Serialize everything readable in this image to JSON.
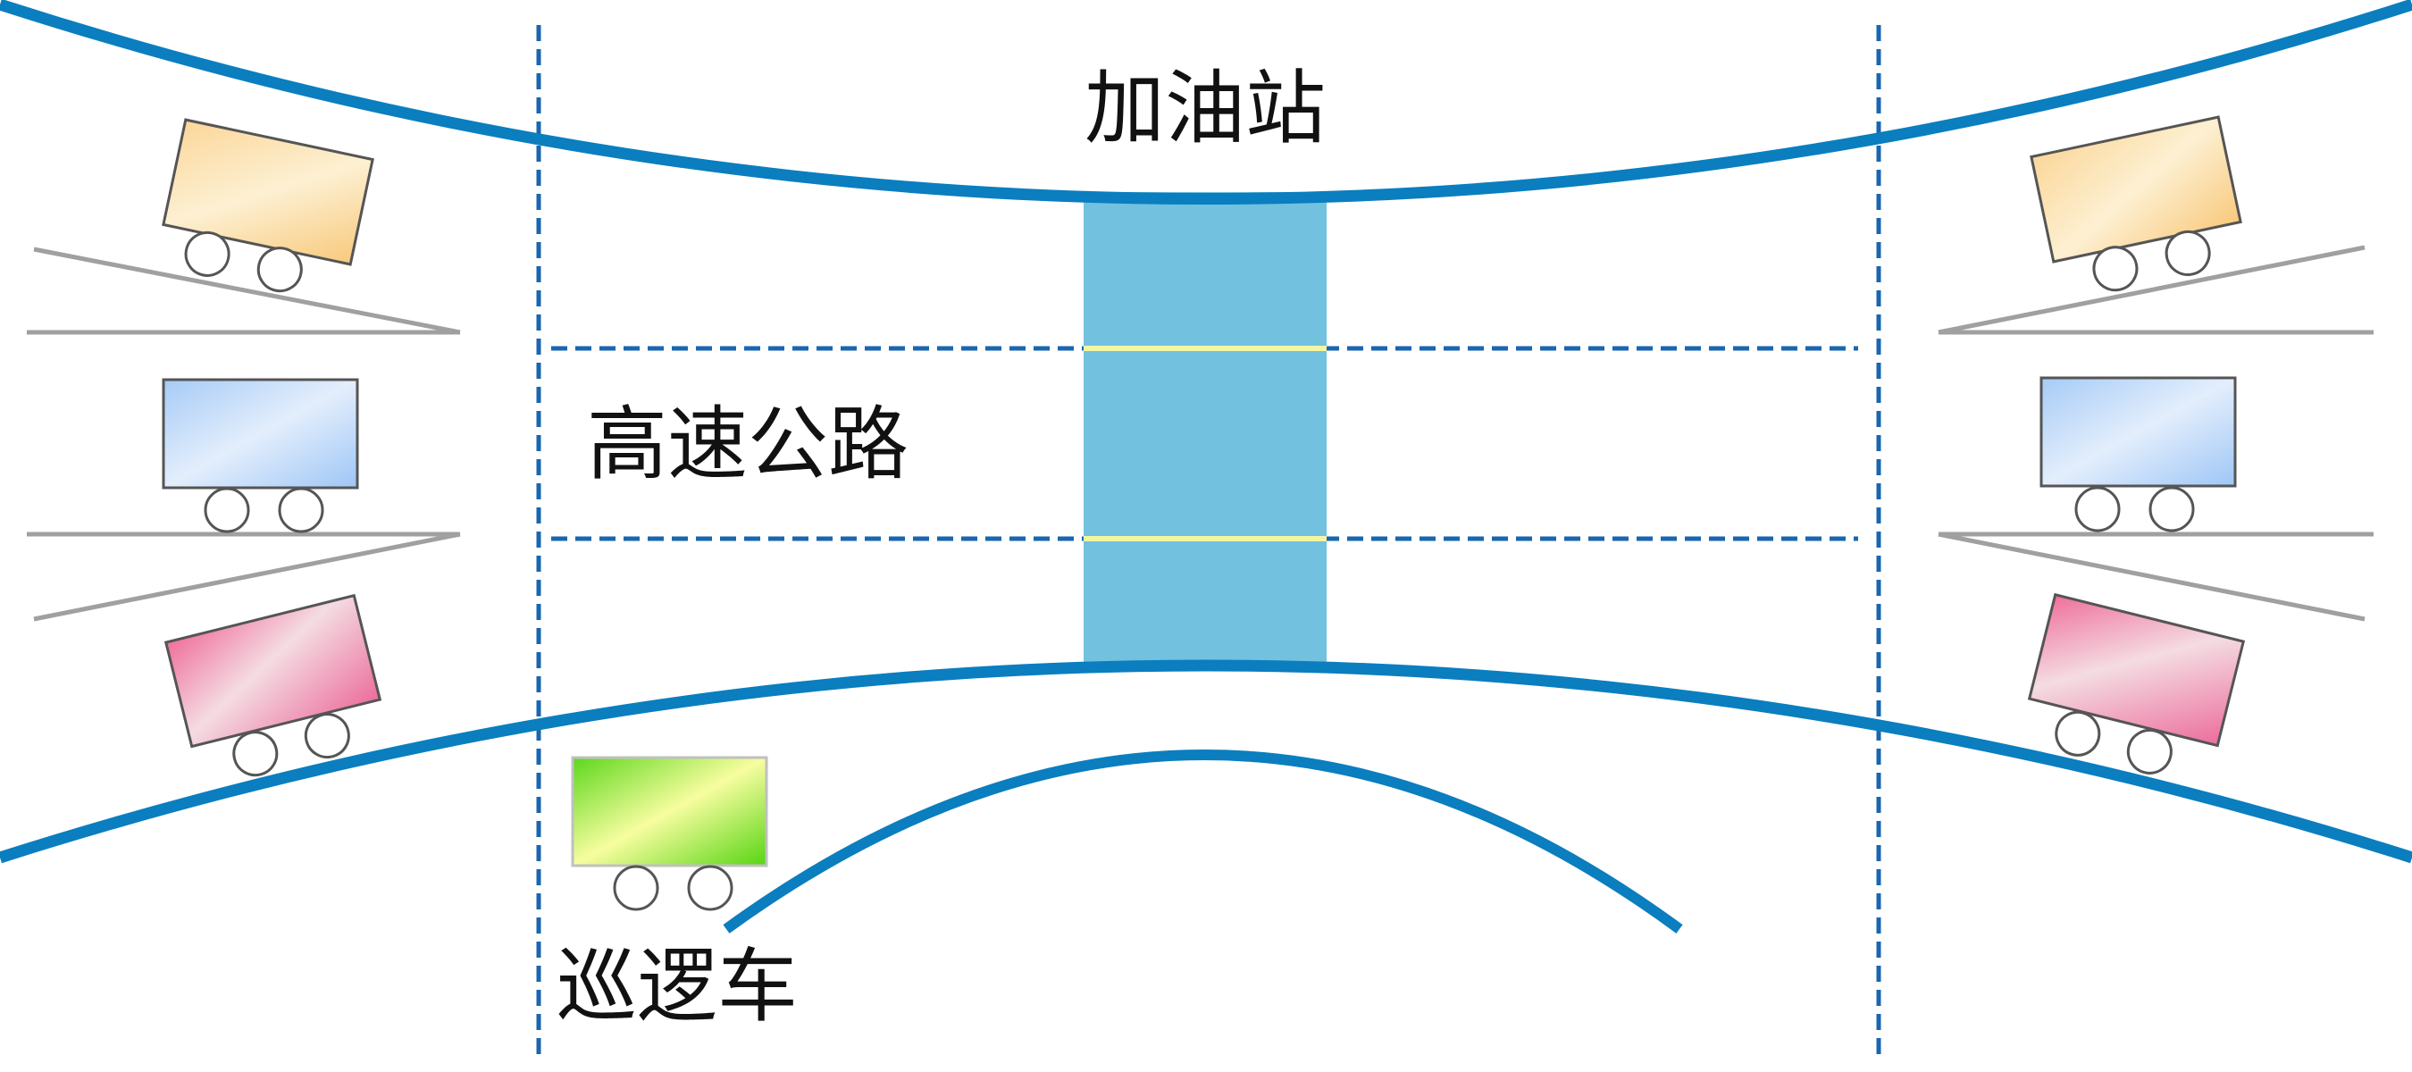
{
  "labels": {
    "gas_station": "加油站",
    "highway": "高速公路",
    "patrol_car": "巡逻车"
  },
  "colors": {
    "road_edge": "#0a7ebf",
    "dashed_line": "#1a66b0",
    "gas_zone": "#72c1df",
    "lane_highlight": "#f3f5a2",
    "ramp": "#a0a0a0",
    "truck_orange": "#f9cf8a",
    "truck_blue": "#aacdf7",
    "truck_pink": "#ef7ea7",
    "patrol_green": "#62d824",
    "wheel": "#555555"
  },
  "vehicles": [
    {
      "name": "truck-left-top",
      "color": "orange"
    },
    {
      "name": "truck-left-middle",
      "color": "blue"
    },
    {
      "name": "truck-left-bottom",
      "color": "pink"
    },
    {
      "name": "truck-right-top",
      "color": "orange"
    },
    {
      "name": "truck-right-middle",
      "color": "blue"
    },
    {
      "name": "truck-right-bottom",
      "color": "pink"
    },
    {
      "name": "patrol-car",
      "color": "green"
    }
  ]
}
